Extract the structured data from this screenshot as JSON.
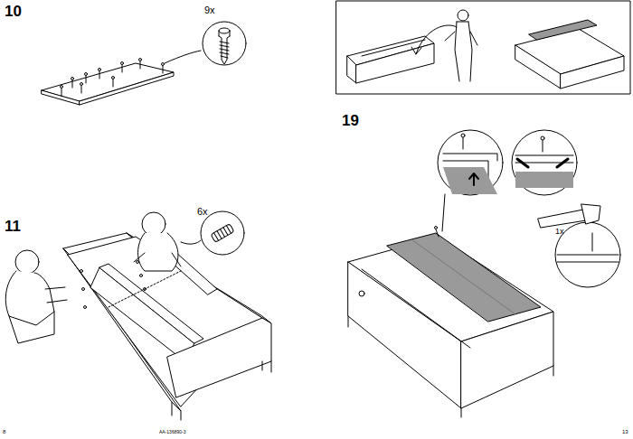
{
  "diagram": {
    "labels": [
      "10",
      "9x",
      "11",
      "6x",
      "19",
      "1x",
      "8",
      "AA-136890-3",
      "13"
    ]
  }
}
